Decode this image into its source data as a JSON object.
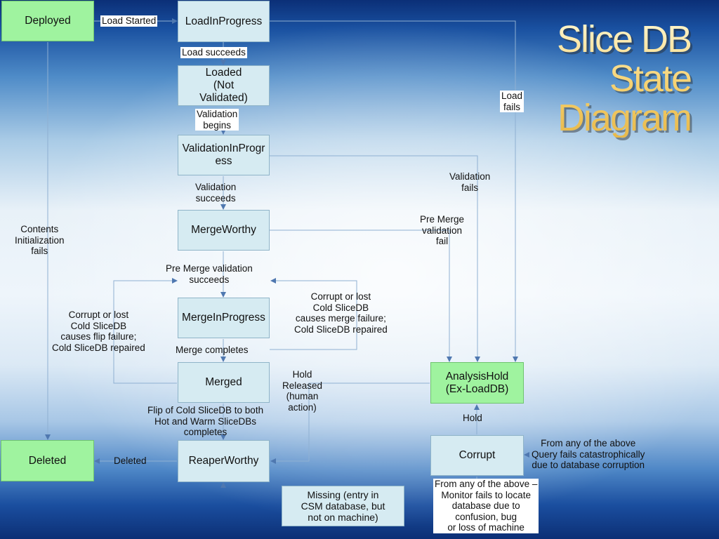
{
  "title": "Slice DB\nState\nDiagram",
  "states": {
    "deployed": "Deployed",
    "load_in_progress": "LoadInProgress",
    "loaded": "Loaded\n(Not\nValidated)",
    "validation_in_progress": "ValidationInProgress",
    "merge_worthy": "MergeWorthy",
    "merge_in_progress": "MergeInProgress",
    "merged": "Merged",
    "reaper_worthy": "ReaperWorthy",
    "deleted": "Deleted",
    "analysis_hold": "AnalysisHold\n(Ex-LoadDB)",
    "corrupt": "Corrupt",
    "missing": "Missing (entry in\nCSM database, but\nnot on machine)"
  },
  "transitions": {
    "load_started": "Load Started",
    "load_succeeds": "Load succeeds",
    "validation_begins": "Validation\nbegins",
    "validation_succeeds": "Validation\nsucceeds",
    "pre_merge_validation_succeeds": "Pre Merge validation\nsucceeds",
    "merge_completes": "Merge completes",
    "flip_completes": "Flip of Cold SliceDB to both\nHot and Warm SliceDBs\ncompletes",
    "deleted": "Deleted",
    "contents_init_fails": "Contents\nInitialization\nfails",
    "corrupt_flip": "Corrupt or lost\nCold SliceDB\ncauses flip failure;\nCold SliceDB repaired",
    "corrupt_merge": "Corrupt or lost\nCold SliceDB\ncauses merge failure;\nCold SliceDB repaired",
    "hold_released": "Hold\nReleased\n(human\naction)",
    "load_fails": "Load\nfails",
    "validation_fails": "Validation\nfails",
    "pre_merge_validation_fail": "Pre Merge\nvalidation\nfail",
    "hold": "Hold",
    "query_fails": "From any of the above\nQuery fails catastrophically\ndue to database corruption",
    "monitor_fails": "From any of the above –\nMonitor fails to locate\ndatabase due to\nconfusion, bug\nor loss of machine"
  }
}
